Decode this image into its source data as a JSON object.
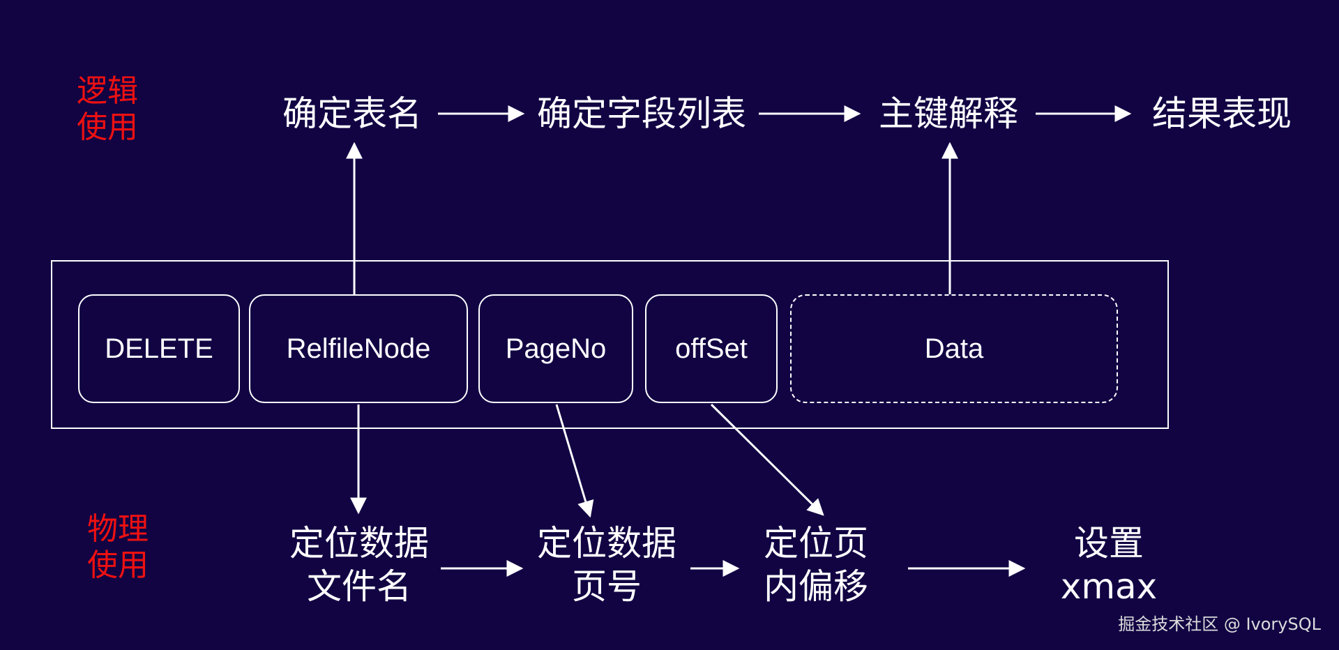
{
  "side_labels": {
    "logical": "逻辑\n使用",
    "physical": "物理\n使用"
  },
  "logical_steps": [
    "确定表名",
    "确定字段列表",
    "主键解释",
    "结果表现"
  ],
  "record_fields": [
    "DELETE",
    "RelfileNode",
    "PageNo",
    "offSet",
    "Data"
  ],
  "physical_steps": [
    "定位数据\n文件名",
    "定位数据\n页号",
    "定位页\n内偏移",
    "设置\nxmax"
  ],
  "watermark": "掘金技术社区 @ IvorySQL",
  "colors": {
    "background": "#120443",
    "foreground": "#ffffff",
    "label": "#ee1111"
  }
}
